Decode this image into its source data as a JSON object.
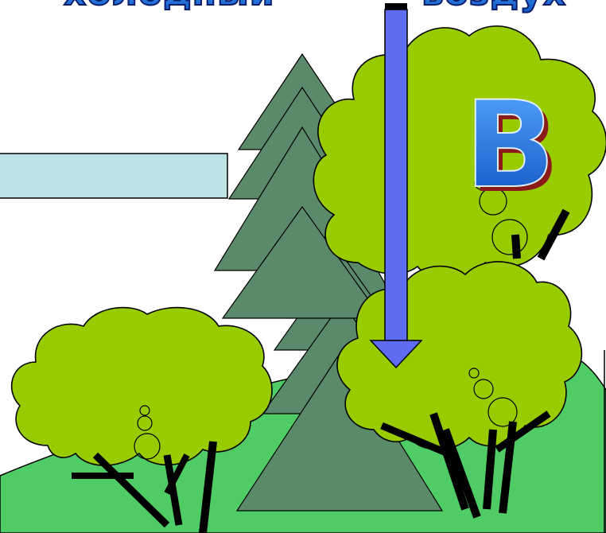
{
  "title": {
    "left_word": "холодный",
    "right_word": "воздух"
  },
  "badge": {
    "letter": "В"
  },
  "colors": {
    "title_fill": "#1f6fd6",
    "title_stroke": "#0b1d6b",
    "crown": "#99cc00",
    "spruce": "#5a8a6a",
    "ground": "#4fcc66",
    "arrow": "#5e6cf2",
    "label_box": "#bde2e6",
    "badge_fill": "#1f6fd6",
    "badge_shadow": "#8b1a1a"
  }
}
